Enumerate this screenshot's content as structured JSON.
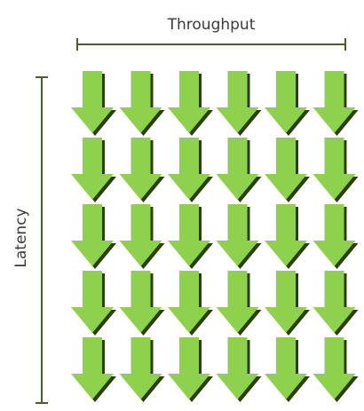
{
  "labels": {
    "top_axis": "Throughput",
    "left_axis": "Latency"
  },
  "grid": {
    "rows": 5,
    "columns": 6,
    "arrow_direction": "down"
  },
  "colors": {
    "arrow_fill": "#8ED14D",
    "arrow_shadow": "#2f3a1a",
    "axis_line": "#4f5b2a",
    "text": "#3a3a3a"
  },
  "icons": {
    "arrow": "down-arrow-icon"
  }
}
